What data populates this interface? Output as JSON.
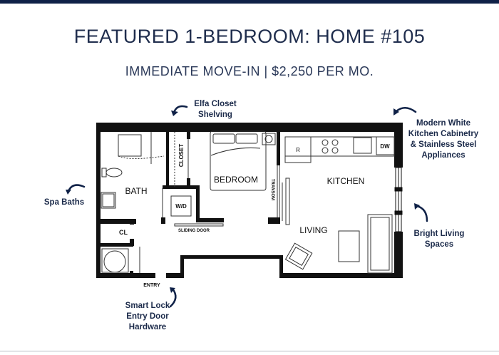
{
  "header": {
    "title": "FEATURED 1-BEDROOM: HOME #105",
    "subtitle": "IMMEDIATE MOVE-IN | $2,250 PER MO."
  },
  "floorplan": {
    "rooms": {
      "bedroom": "BEDROOM",
      "kitchen": "KITCHEN",
      "bath": "BATH",
      "living": "LIVING",
      "closet": "CLOSET",
      "washer_dryer": "W/D",
      "linen_closet": "CL",
      "transom": "TRANSOM",
      "sliding_door": "SLIDING DOOR",
      "entry": "ENTRY",
      "refrigerator": "R",
      "dishwasher": "DW"
    }
  },
  "callouts": {
    "closet": [
      "Elfa Closet",
      "Shelving"
    ],
    "kitchen": [
      "Modern White",
      "Kitchen Cabinetry",
      "& Stainless Steel",
      "Appliances"
    ],
    "bath": [
      "Spa Baths"
    ],
    "living": [
      "Bright Living",
      "Spaces"
    ],
    "entry": [
      "Smart Lock",
      "Entry Door",
      "Hardware"
    ]
  },
  "colors": {
    "navy": "#0f2147",
    "wall": "#111111"
  }
}
